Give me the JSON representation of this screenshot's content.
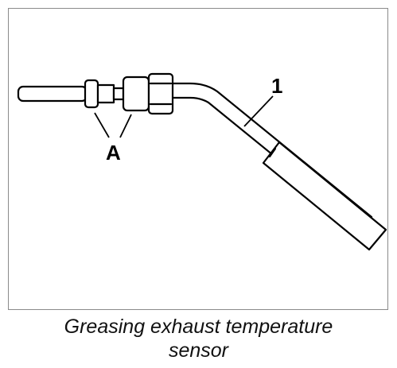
{
  "diagram": {
    "callouts": {
      "part_1": "1",
      "part_a": "A"
    }
  },
  "caption": {
    "line1": "Greasing exhaust temperature",
    "line2": "sensor"
  }
}
